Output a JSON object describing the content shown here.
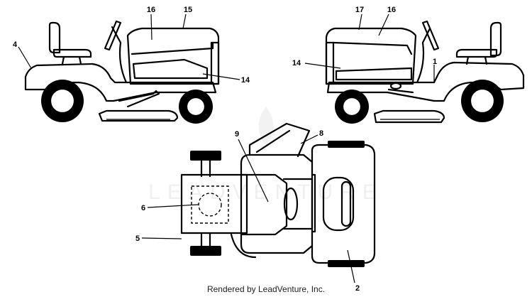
{
  "callouts": {
    "c1": "1",
    "c2": "2",
    "c4": "4",
    "c5": "5",
    "c6": "6",
    "c8": "8",
    "c9": "9",
    "c14_left": "14",
    "c14_right": "14",
    "c15": "15",
    "c16_left": "16",
    "c16_right": "16",
    "c17": "17"
  },
  "watermark": "LEADVENTURE",
  "footer": "Rendered by LeadVenture, Inc."
}
